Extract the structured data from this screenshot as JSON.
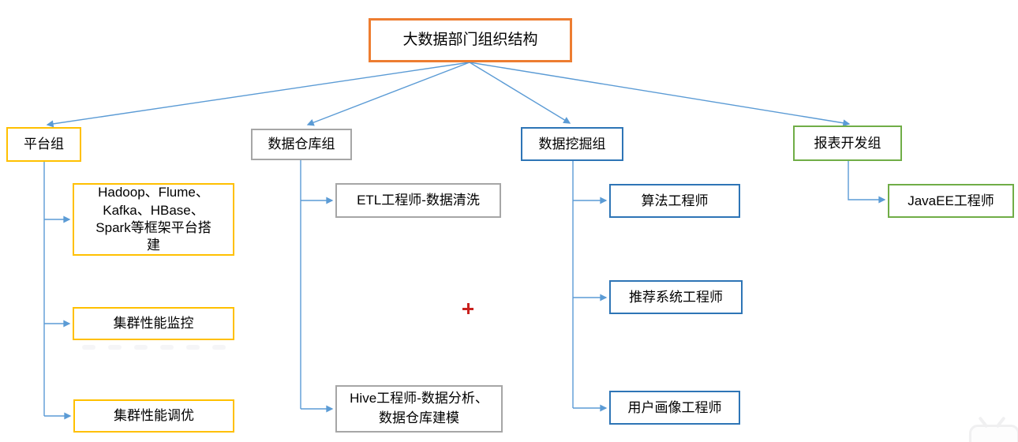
{
  "diagram": {
    "title": "大数据部门组织结构",
    "groups": [
      {
        "label": "平台组",
        "accent_color": "#FFC000",
        "children": [
          "Hadoop、Flume、\nKafka、HBase、\nSpark等框架平台搭\n建",
          "集群性能监控",
          "集群性能调优"
        ]
      },
      {
        "label": "数据仓库组",
        "accent_color": "#A6A6A6",
        "children": [
          "ETL工程师-数据清洗",
          "Hive工程师-数据分析、\n数据仓库建模"
        ]
      },
      {
        "label": "数据挖掘组",
        "accent_color": "#2E75B6",
        "children": [
          "算法工程师",
          "推荐系统工程师",
          "用户画像工程师"
        ]
      },
      {
        "label": "报表开发组",
        "accent_color": "#70AD47",
        "children": [
          "JavaEE工程师"
        ]
      }
    ],
    "colors": {
      "title_border": "#ED7D31",
      "connector": "#5B9BD5",
      "cursor_cross": "#C9211E"
    },
    "icons": {
      "cursor_cross": "red-plus-cursor",
      "watermark": "video-player-watermark-icon"
    }
  }
}
